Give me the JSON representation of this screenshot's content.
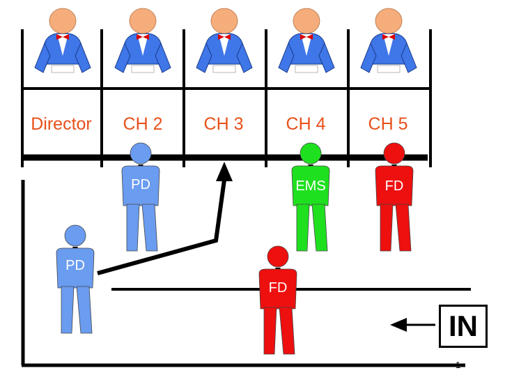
{
  "desk": {
    "positions": [
      {
        "label": "Director"
      },
      {
        "label": "CH 2"
      },
      {
        "label": "CH 3"
      },
      {
        "label": "CH 4"
      },
      {
        "label": "CH 5"
      }
    ]
  },
  "people": {
    "pd_at_desk": {
      "tag": "PD",
      "color": "#6a9cf0"
    },
    "ems_at_desk": {
      "tag": "EMS",
      "color": "#1fe01f"
    },
    "fd_at_desk": {
      "tag": "FD",
      "color": "#ee0f0f"
    },
    "pd_walking": {
      "tag": "PD",
      "color": "#6a9cf0"
    },
    "fd_entering": {
      "tag": "FD",
      "color": "#ee0f0f"
    }
  },
  "entrance": {
    "label": "IN"
  },
  "page_number": "1",
  "colors": {
    "operator_suit": "#3f76e8",
    "operator_face": "#f6ad7c",
    "bow_tie": "#dd0000",
    "desk_label": "#e8501a"
  }
}
